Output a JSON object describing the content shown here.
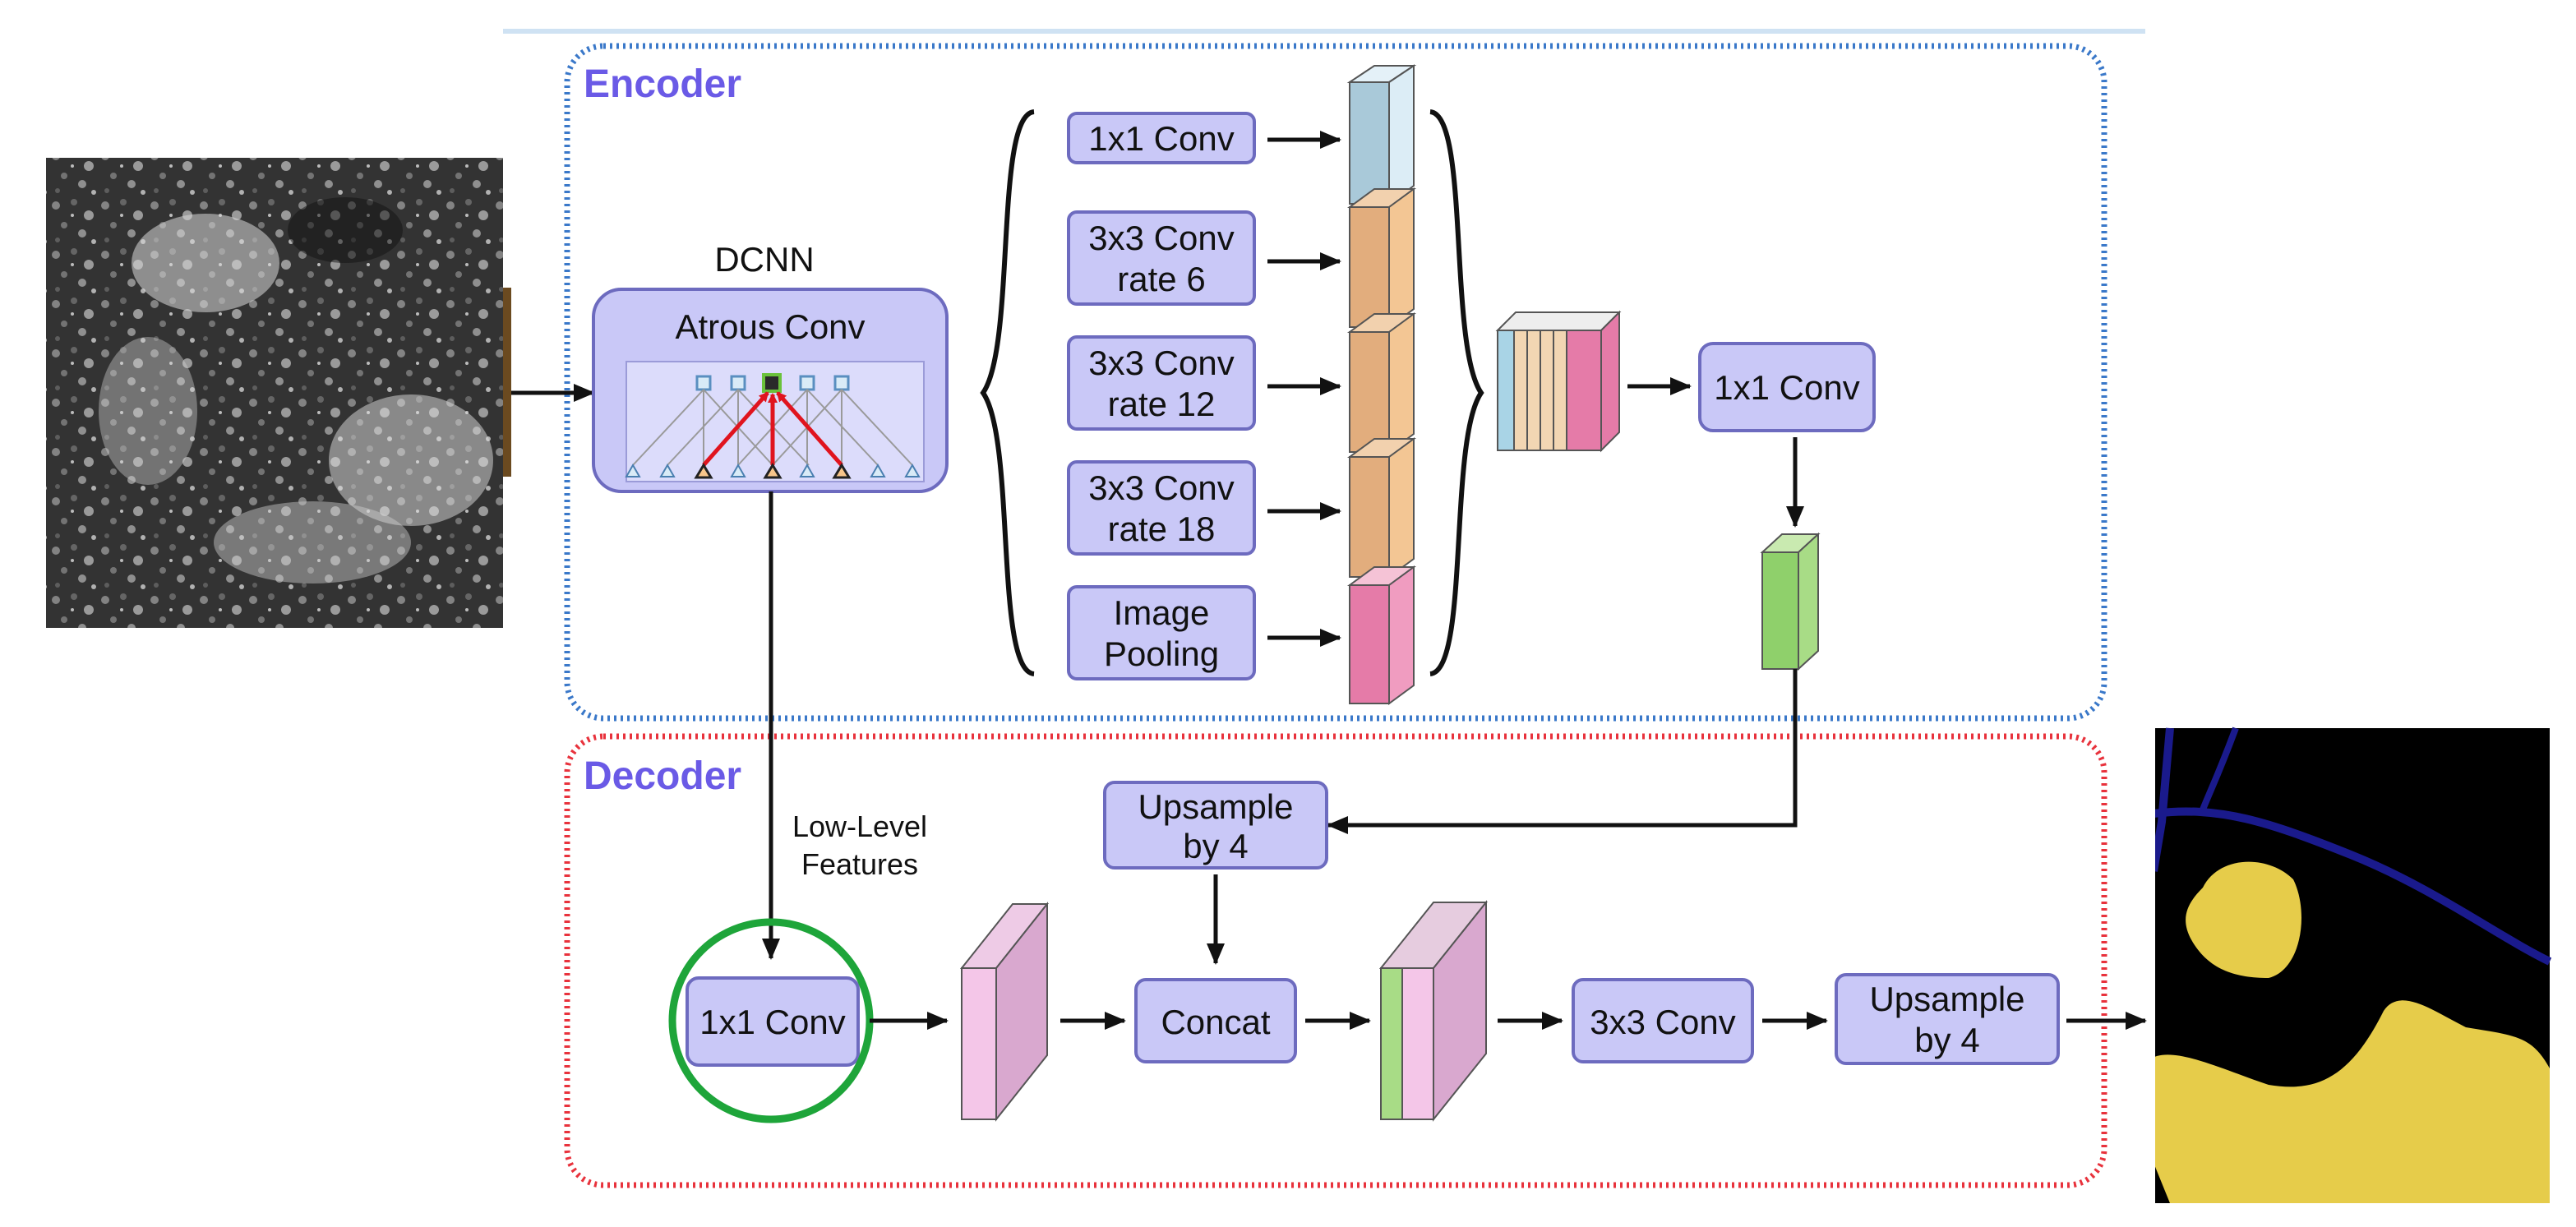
{
  "encoder": {
    "title": "Encoder",
    "dcnn_label": "DCNN",
    "atrous_label": "Atrous Conv",
    "branches": [
      {
        "line1": "1x1 Conv",
        "line2": ""
      },
      {
        "line1": "3x3 Conv",
        "line2": "rate 6"
      },
      {
        "line1": "3x3 Conv",
        "line2": "rate 12"
      },
      {
        "line1": "3x3 Conv",
        "line2": "rate 18"
      },
      {
        "line1": "Image",
        "line2": "Pooling"
      }
    ],
    "conv_1x1": "1x1 Conv"
  },
  "decoder": {
    "title": "Decoder",
    "low_level_1": "Low-Level",
    "low_level_2": "Features",
    "conv_1x1": "1x1 Conv",
    "upsample_top_1": "Upsample",
    "upsample_top_2": "by 4",
    "concat": "Concat",
    "conv_3x3": "3x3 Conv",
    "upsample_right_1": "Upsample",
    "upsample_right_2": "by 4"
  },
  "colors": {
    "encoder_border": "#3a78c9",
    "decoder_border": "#e8323c",
    "section_title": "#6a5ae6",
    "box_fill": "#c9c8f7",
    "box_stroke": "#6d6bbf",
    "circle": "#1ea53a",
    "seg_road": "#1a1a8c",
    "seg_field": "#e6cc4a"
  }
}
